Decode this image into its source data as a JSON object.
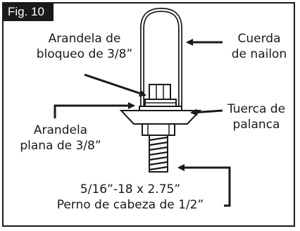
{
  "figure": {
    "tag": "Fig. 10"
  },
  "labels": {
    "lock_washer": [
      "Arandela de",
      "bloqueo de 3/8”"
    ],
    "nylon_cord": [
      "Cuerda",
      "de nailon"
    ],
    "lever_nut": [
      "Tuerca de",
      "palanca"
    ],
    "flat_washer": [
      "Arandela",
      "plana de 3/8”"
    ],
    "bolt": [
      "5/16”-18 x 2.75”",
      "Perno de cabeza de 1/2”"
    ]
  },
  "colors": {
    "ink": "#1a1a1a",
    "frame_tag_bg": "#1a1a1a",
    "frame_tag_text": "#ffffff",
    "part_fill": "#ffffff"
  }
}
